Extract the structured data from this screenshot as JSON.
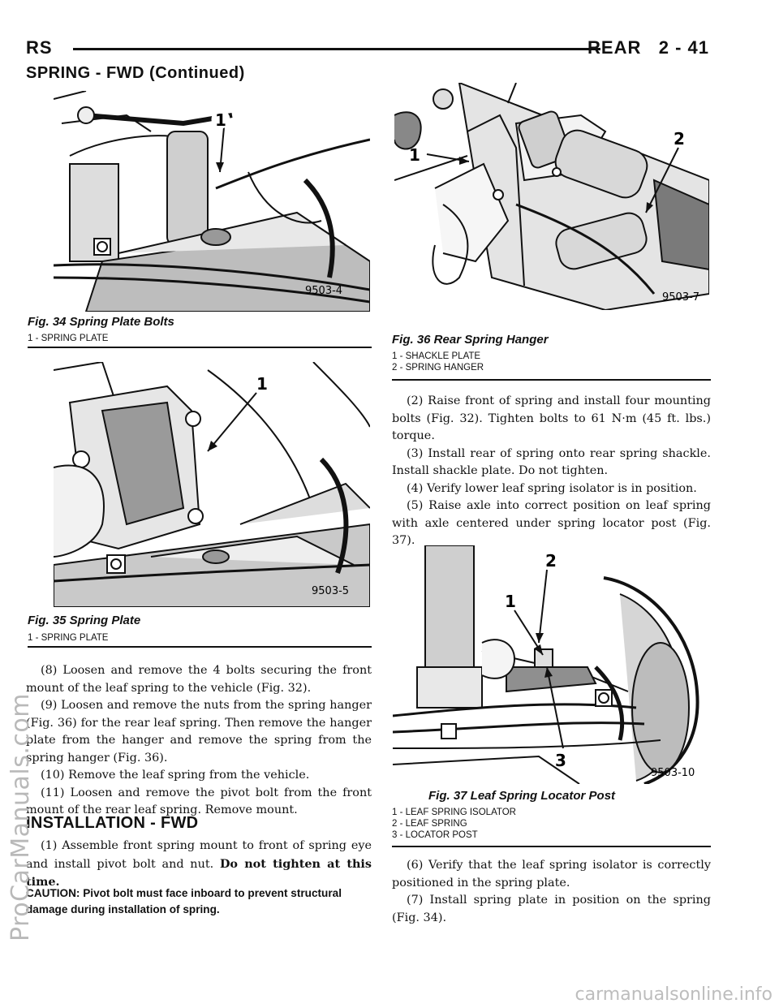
{
  "header": {
    "section_code": "RS",
    "chapter": "REAR",
    "page_number": "2 - 41"
  },
  "section_title": "SPRING - FWD (Continued)",
  "figures": {
    "fig34": {
      "caption": "Fig. 34 Spring Plate Bolts",
      "code": "9503-4",
      "legend": [
        "1 - SPRING PLATE"
      ],
      "callouts": [
        "1"
      ]
    },
    "fig35": {
      "caption": "Fig. 35 Spring Plate",
      "code": "9503-5",
      "legend": [
        "1 - SPRING PLATE"
      ],
      "callouts": [
        "1"
      ]
    },
    "fig36": {
      "caption": "Fig. 36 Rear Spring Hanger",
      "code": "9503-7",
      "legend": [
        "1 - SHACKLE PLATE",
        "2 - SPRING HANGER"
      ],
      "callouts": [
        "1",
        "2"
      ]
    },
    "fig37": {
      "caption": "Fig. 37 Leaf Spring Locator Post",
      "code": "9503-10",
      "legend": [
        "1 - LEAF SPRING ISOLATOR",
        "2 - LEAF SPRING",
        "3 - LOCATOR POST"
      ],
      "callouts": [
        "1",
        "2",
        "3"
      ]
    }
  },
  "left_column": {
    "steps": [
      "(8) Loosen and remove the 4 bolts securing the front mount of the leaf spring to the vehicle (Fig. 32).",
      "(9) Loosen and remove the nuts from the spring hanger (Fig. 36) for the rear leaf spring. Then remove the hanger plate from the hanger and remove the spring from the spring hanger (Fig. 36).",
      "(10) Remove the leaf spring from the vehicle.",
      "(11) Loosen and remove the pivot bolt from the front mount of the rear leaf spring. Remove mount."
    ],
    "installation_heading": "INSTALLATION - FWD",
    "install_step1": "(1) Assemble front spring mount to front of spring eye and install pivot bolt and nut.",
    "install_step1_bold": "Do not tighten at this time.",
    "caution": "CAUTION: Pivot bolt must face inboard to prevent structural damage during installation of spring."
  },
  "right_column": {
    "steps_a": [
      "(2) Raise front of spring and install four mounting bolts (Fig. 32). Tighten bolts to 61 N·m (45 ft. lbs.) torque.",
      "(3) Install rear of spring onto rear spring shackle. Install shackle plate. Do not tighten.",
      "(4) Verify lower leaf spring isolator is in position.",
      "(5) Raise axle into correct position on leaf spring with axle centered under spring locator post (Fig. 37)."
    ],
    "steps_b": [
      "(6) Verify that the leaf spring isolator is correctly positioned in the spring plate.",
      "(7) Install spring plate in position on the spring (Fig. 34)."
    ]
  },
  "watermarks": {
    "side": "ProCarManuals.com",
    "bottom": "carmanualsonline.info"
  }
}
